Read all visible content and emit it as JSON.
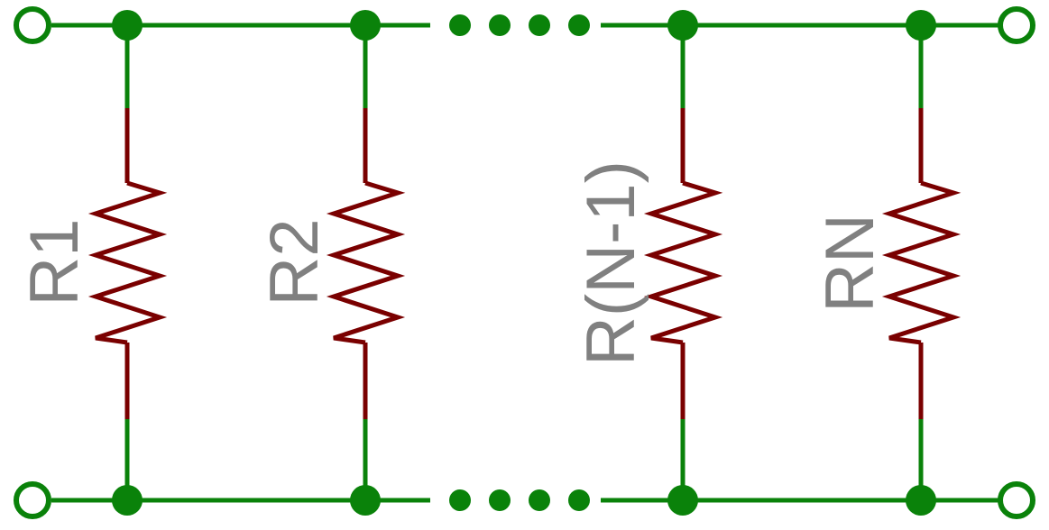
{
  "colors": {
    "wire": "#0a820a",
    "resistor": "#7a0000",
    "label": "#808080",
    "background": "#ffffff"
  },
  "resistors": [
    {
      "name": "R1"
    },
    {
      "name": "R2"
    },
    {
      "name": "R(N-1)"
    },
    {
      "name": "RN"
    }
  ],
  "terminals": [
    "top-left",
    "top-right",
    "bottom-left",
    "bottom-right"
  ],
  "ellipsis": [
    "top",
    "bottom"
  ]
}
